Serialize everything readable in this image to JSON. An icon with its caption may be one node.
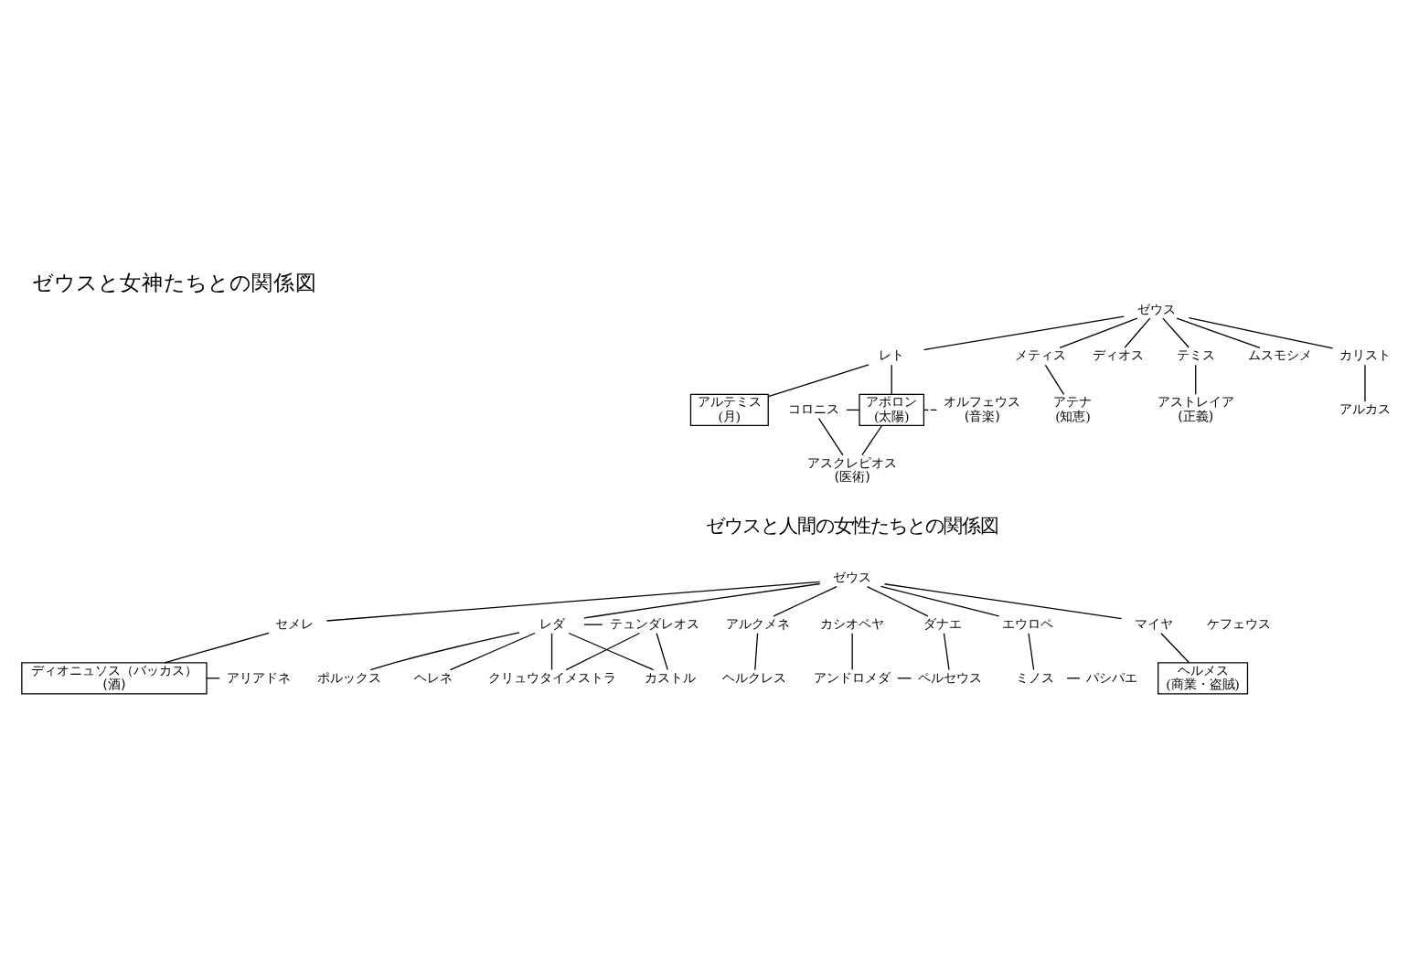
{
  "diagram": {
    "title": "ゼウスと女神たちとの関係図",
    "nodes": [
      {
        "text": [
          "ゼウス"
        ]
      },
      {
        "text": [
          "レト"
        ]
      },
      {
        "text": [
          "メティス"
        ]
      },
      {
        "text": [
          "ディオス"
        ]
      },
      {
        "text": [
          "テミス"
        ]
      },
      {
        "text": [
          "ムスモシメ"
        ]
      },
      {
        "text": [
          "カリスト"
        ]
      },
      {
        "text": [
          "オルフェウス",
          "(音楽)"
        ]
      },
      {
        "text": [
          "アポロン",
          "(太陽)"
        ]
      },
      {
        "text": [
          "コロニス"
        ]
      },
      {
        "text": [
          "アルテミス",
          "(月)"
        ]
      },
      {
        "text": [
          "アテナ",
          "(知恵)"
        ]
      },
      {
        "text": [
          "アストレイア",
          "(正義)"
        ]
      },
      {
        "text": [
          "アルカス"
        ]
      },
      {
        "text": [
          "アスクレピオス",
          "(医術)"
        ]
      },
      {
        "text": [
          "ゼウス"
        ]
      },
      {
        "text": [
          "マイヤ"
        ]
      },
      {
        "text": [
          "セメレ"
        ]
      },
      {
        "text": [
          "アルクメネ"
        ]
      },
      {
        "text": [
          "ダナエ"
        ]
      },
      {
        "text": [
          "ケフェウス"
        ]
      },
      {
        "text": [
          "カシオペヤ"
        ]
      },
      {
        "text": [
          "レダ"
        ]
      },
      {
        "text": [
          "テュンダレオス"
        ]
      },
      {
        "text": [
          "エウロペ"
        ]
      },
      {
        "text": [
          "ヘルメス",
          "(商業・盗賊)"
        ]
      },
      {
        "text": [
          "ヘルクレス"
        ]
      },
      {
        "text": [
          "ペルセウス"
        ]
      },
      {
        "text": [
          "アンドロメダ"
        ]
      },
      {
        "text": [
          "ポルックス"
        ]
      },
      {
        "text": [
          "ヘレネ"
        ]
      },
      {
        "text": [
          "カストル"
        ]
      },
      {
        "text": [
          "クリュウタイメストラ"
        ]
      },
      {
        "text": [
          "ミノス"
        ]
      },
      {
        "text": [
          "パシパエ"
        ]
      },
      {
        "text": [
          "ディオニュソス（バッカス）",
          "(酒)"
        ]
      },
      {
        "text": [
          "アリアドネ"
        ]
      }
    ],
    "edges": [
      {
        "from": 0,
        "to": 1,
        "arrow": "none"
      },
      {
        "from": 0,
        "to": 2,
        "arrow": "none"
      },
      {
        "from": 0,
        "to": 3,
        "arrow": "none"
      },
      {
        "from": 0,
        "to": 4,
        "arrow": "none"
      },
      {
        "from": 0,
        "to": 5,
        "arrow": "none"
      },
      {
        "from": 0,
        "to": 6,
        "arrow": "none"
      },
      {
        "from": 1,
        "to": 8,
        "arrow": "none"
      },
      {
        "from": 1,
        "to": 10,
        "arrow": "none"
      },
      {
        "from": 7,
        "to": 8,
        "arrow": "none",
        "style": "dashed"
      },
      {
        "from": 8,
        "to": 9,
        "arrow": "none"
      },
      {
        "from": 8,
        "to": 14,
        "arrow": "none"
      },
      {
        "from": 9,
        "to": 14,
        "arrow": "none"
      },
      {
        "from": 2,
        "to": 11,
        "arrow": "none"
      },
      {
        "from": 4,
        "to": 12,
        "arrow": "none"
      },
      {
        "from": 6,
        "to": 13,
        "arrow": "none"
      },
      {
        "from": 15,
        "to": 16,
        "arrow": "none"
      },
      {
        "from": 15,
        "to": 17,
        "arrow": "none"
      },
      {
        "from": 15,
        "to": 18,
        "arrow": "none"
      },
      {
        "from": 15,
        "to": 19,
        "arrow": "none"
      },
      {
        "from": 15,
        "to": 22,
        "arrow": "none"
      },
      {
        "from": 15,
        "to": 24,
        "arrow": "none"
      },
      {
        "from": 16,
        "to": 25,
        "arrow": "none"
      },
      {
        "from": 17,
        "to": 35,
        "arrow": "none"
      },
      {
        "from": 18,
        "to": 26,
        "arrow": "none"
      },
      {
        "from": 19,
        "to": 27,
        "arrow": "none"
      },
      {
        "from": 21,
        "to": 28,
        "arrow": "none"
      },
      {
        "from": 27,
        "to": 28,
        "arrow": "none"
      },
      {
        "from": 22,
        "to": 23,
        "arrow": "none"
      },
      {
        "from": 22,
        "to": 29,
        "arrow": "none"
      },
      {
        "from": 22,
        "to": 30,
        "arrow": "none"
      },
      {
        "from": 22,
        "to": 31,
        "arrow": "none"
      },
      {
        "from": 23,
        "to": 31,
        "arrow": "none"
      },
      {
        "from": 22,
        "to": 32,
        "arrow": "none"
      },
      {
        "from": 23,
        "to": 32,
        "arrow": "none"
      },
      {
        "from": 24,
        "to": 33,
        "arrow": "none"
      },
      {
        "from": 33,
        "to": 34,
        "arrow": "none"
      },
      {
        "from": 35,
        "to": 36,
        "arrow": "none"
      }
    ],
    "labels": [
      "ゼウスと人間の女性たちとの関係図"
    ]
  }
}
